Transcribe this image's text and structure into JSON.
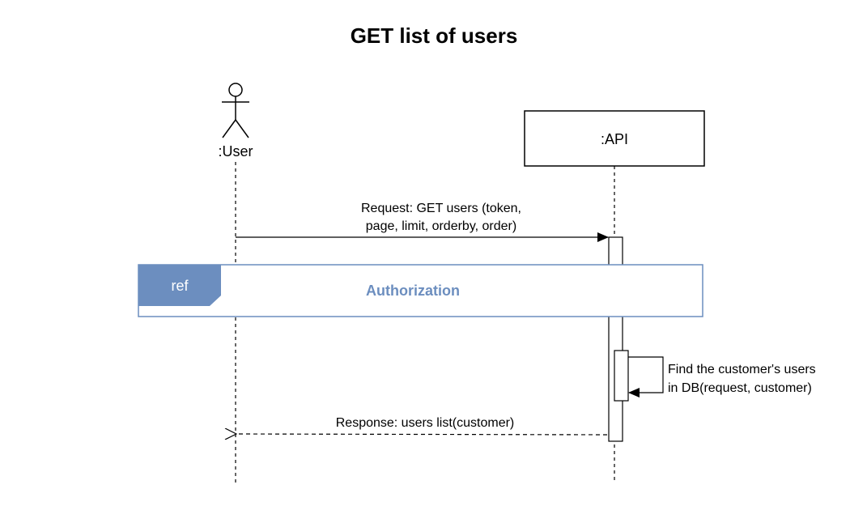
{
  "title": "GET list of users",
  "participants": {
    "user": {
      "label": ":User"
    },
    "api": {
      "label": ":API"
    }
  },
  "messages": {
    "request": {
      "line1": "Request: GET users (token,",
      "line2": "page, limit, orderby, order)"
    },
    "self_call": {
      "line1": "Find the customer's users",
      "line2": "in DB(request, customer)"
    },
    "response": {
      "label": "Response: users list(customer)"
    }
  },
  "fragment": {
    "tag": "ref",
    "label": "Authorization"
  },
  "colors": {
    "ref_accent": "#6c8ebf",
    "line": "#000000"
  }
}
